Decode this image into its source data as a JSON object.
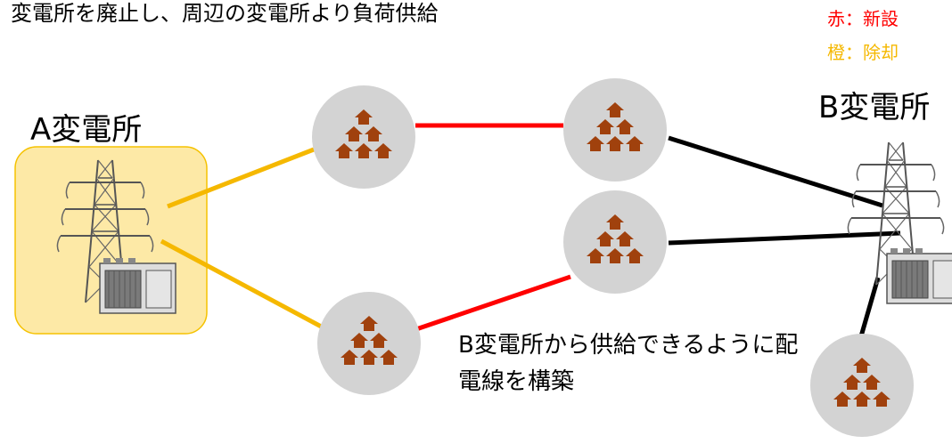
{
  "title": "変電所を廃止し、周辺の変電所より負荷供給",
  "legend": {
    "new_label": "赤：新設",
    "new_color": "#ff0000",
    "removed_label": "橙：除却",
    "removed_color": "#f5b800"
  },
  "substation_a": {
    "label": "A変電所",
    "icon": "transmission-tower-with-transformer-icon"
  },
  "substation_b": {
    "label": "B変電所",
    "icon": "transmission-tower-with-transformer-icon"
  },
  "load_node_icon": "houses-group-icon",
  "annotation": "B変電所から供給できるように配電線を構築",
  "colors": {
    "existing_line": "#000000",
    "node_fill": "#d3d3d3",
    "house_fill": "#a0410d",
    "substation_box_fill": "#fde9a6"
  }
}
